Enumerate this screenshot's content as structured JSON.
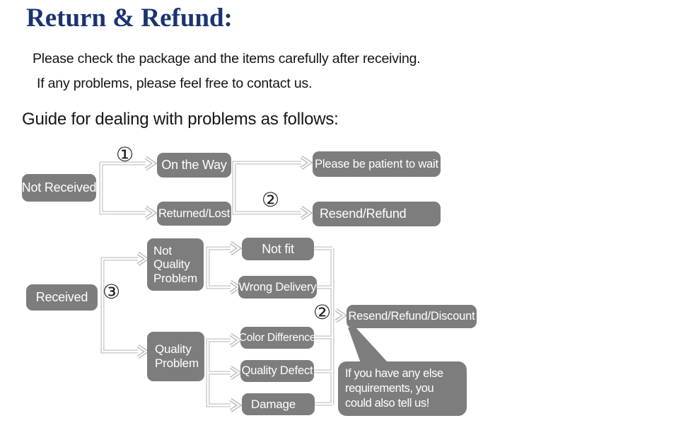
{
  "page": {
    "title": "Return & Refund:",
    "intro_line1": "Please check the package and the items carefully after receiving.",
    "intro_line2": "If any problems, please feel free to contact us.",
    "guide_heading": "Guide for dealing with problems as follows:"
  },
  "colors": {
    "title_navy": "#1b3470",
    "box_gray": "#7d7d7d",
    "box_text": "#ffffff",
    "connector_gray": "#c6c6c6"
  },
  "flowchart": {
    "markers": {
      "one": "①",
      "two_top": "②",
      "three": "③",
      "two_bottom": "②"
    },
    "nodes": {
      "not_received": "Not Received",
      "on_the_way": "On the Way",
      "returned_lost": "Returned/Lost",
      "please_wait": "Please be patient to wait",
      "resend_refund": "Resend/Refund",
      "received": "Received",
      "not_quality_problem": "Not Quality Problem",
      "quality_problem": "Quality Problem",
      "not_fit": "Not fit",
      "wrong_delivery": "Wrong Delivery",
      "color_difference": "Color Difference",
      "quality_defect": "Quality Defect",
      "damage": "Damage",
      "resend_refund_discount": "Resend/Refund/Discount",
      "bubble": "If you have any else requirements, you could also tell us!"
    }
  }
}
